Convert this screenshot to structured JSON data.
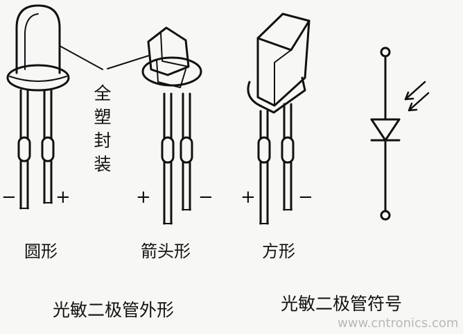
{
  "labels": {
    "encap_chars": [
      "全",
      "塑",
      "封",
      "装"
    ],
    "round": "圆形",
    "arrow": "箭头形",
    "square": "方形",
    "outline_title": "光敏二极管外形",
    "symbol_title": "光敏二极管符号",
    "watermark": "www.cntronics.com"
  },
  "polarity": {
    "round_left": "−",
    "round_right": "+",
    "arrow_left": "+",
    "arrow_right": "−",
    "square_left": "+",
    "square_right": "−"
  },
  "colors": {
    "ink": "#111111",
    "background": "#f7f7f5",
    "watermark": "#b8b8b8"
  }
}
